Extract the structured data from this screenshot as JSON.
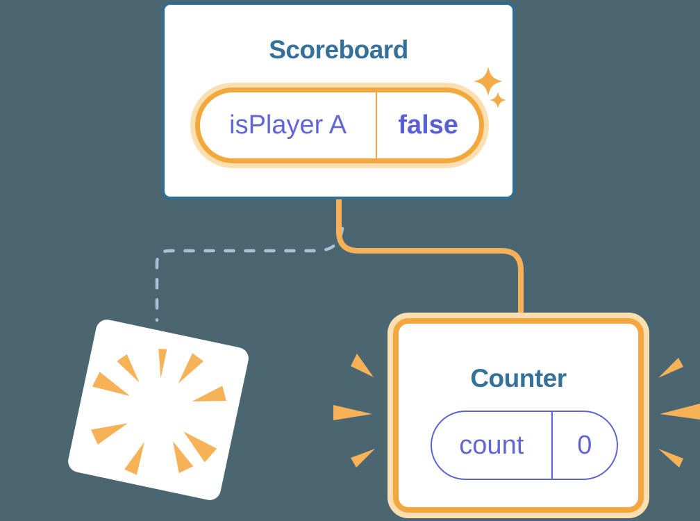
{
  "scoreboard": {
    "title": "Scoreboard",
    "state": {
      "name": "isPlayer A",
      "value": "false"
    }
  },
  "counter": {
    "title": "Counter",
    "state": {
      "name": "count",
      "value": "0"
    }
  },
  "icons": {
    "sparkle_large": "sparkle-icon",
    "sparkle_small": "sparkle-icon",
    "poof": "poof-burst-icon",
    "emphasis_left": "emphasis-burst-icon",
    "emphasis_right": "emphasis-burst-icon"
  },
  "colors": {
    "background": "#4b6670",
    "card_border_blue": "#2d6e96",
    "title_teal": "#35709b",
    "state_text_indigo": "#6165d9",
    "state_value_indigo_bold": "#5a5fd6",
    "pill_ring_orange": "#f3a83d",
    "pill_glow_light": "#fbdfb0",
    "connector_orange": "#f6b158",
    "burst_orange": "#f7b157",
    "dashed_line_blue": "#a9c3d4",
    "count_pill_border": "#5b62d2",
    "card_background": "#ffffff"
  }
}
